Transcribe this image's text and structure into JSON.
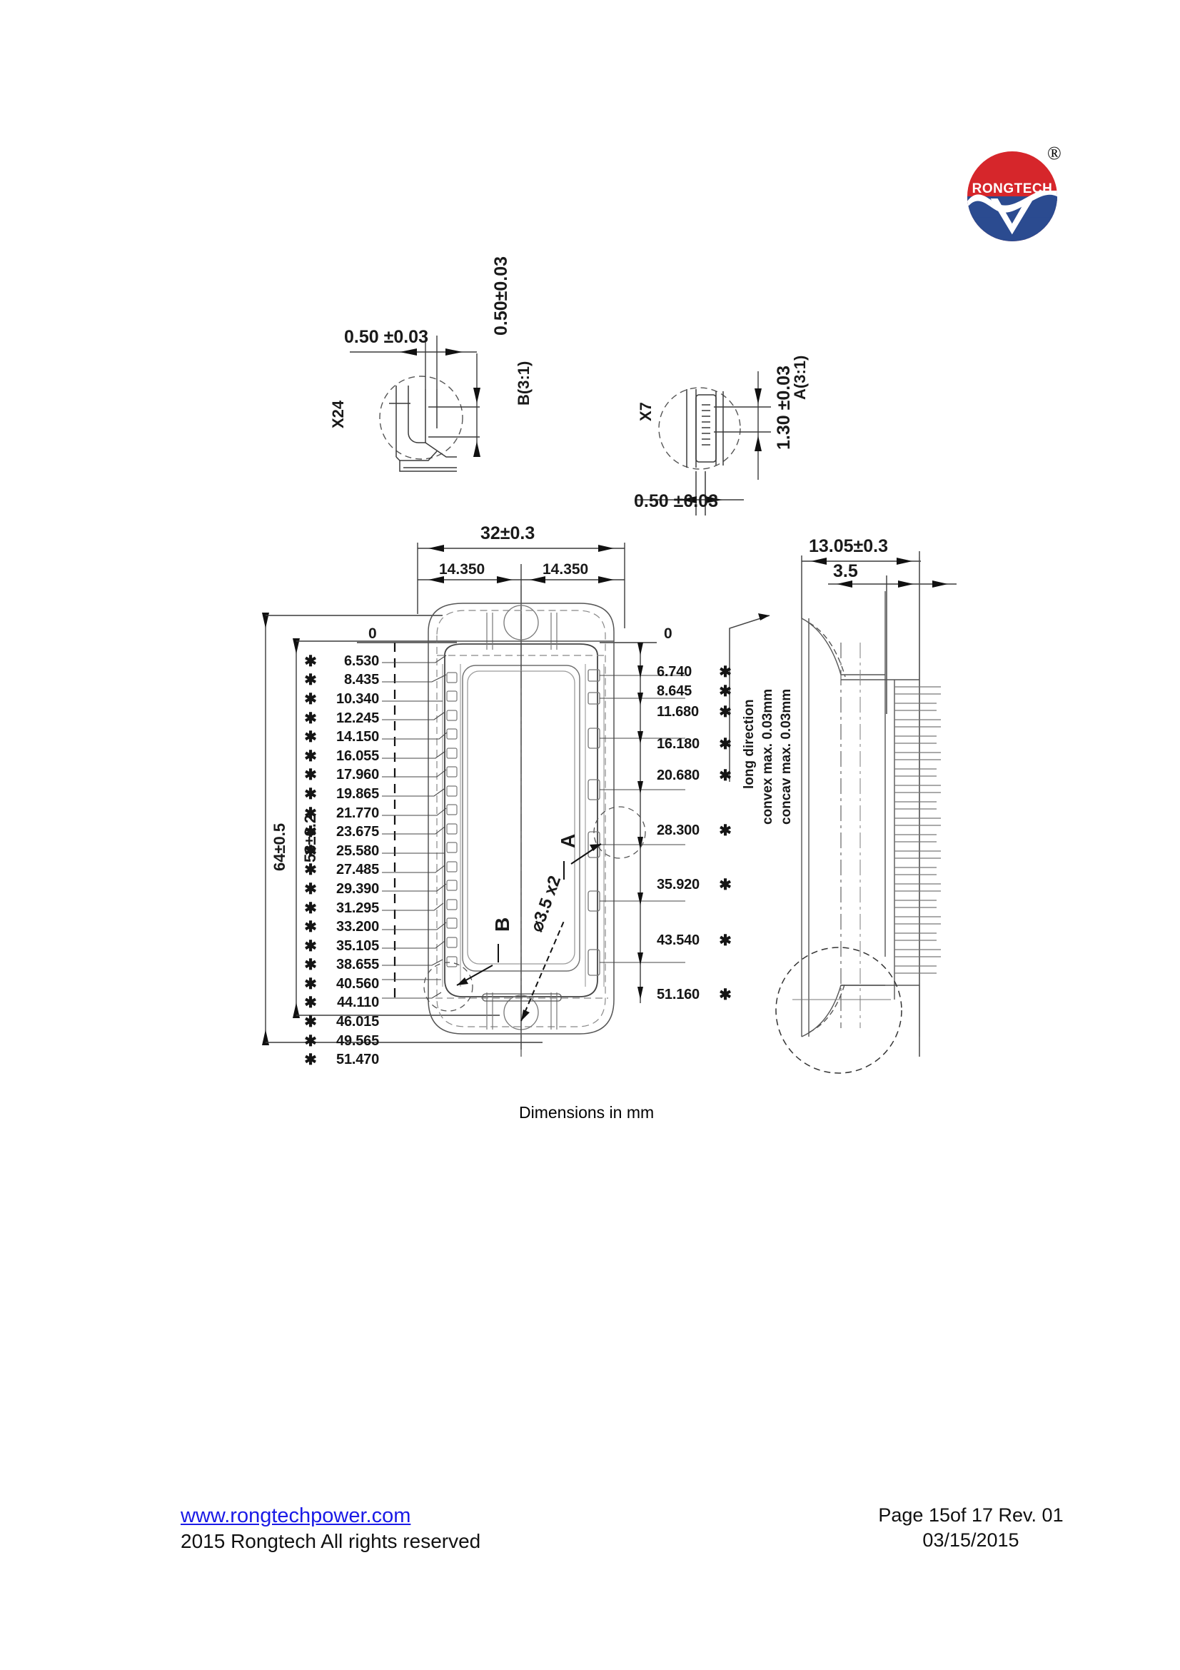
{
  "brand": {
    "logo_text": "RONGTECH",
    "registered_mark": "®"
  },
  "drawing": {
    "caption": "Dimensions in mm",
    "detail_b": {
      "horizontal_dim": "0.50 ±0.03",
      "vertical_dim": "0.50±0.03",
      "quantity_label": "X24",
      "view_label": "B(3:1)"
    },
    "detail_a": {
      "quantity_label": "X7",
      "horizontal_dim": "0.50 ±0.03",
      "vertical_dim": "1.30 ±0.03",
      "view_label": "A(3:1)"
    },
    "top_dims": {
      "overall": "32±0.3",
      "left_half": "14.350",
      "right_half": "14.350"
    },
    "side_dims": {
      "overall_width": "13.05±0.3",
      "step": "3.5"
    },
    "vertical_dims": {
      "outer": "64±0.5",
      "inner": "58±0.2"
    },
    "datum_left": "0",
    "datum_right": "0",
    "left_positions": [
      "6.530",
      "8.435",
      "10.340",
      "12.245",
      "14.150",
      "16.055",
      "17.960",
      "19.865",
      "21.770",
      "23.675",
      "25.580",
      "27.485",
      "29.390",
      "31.295",
      "33.200",
      "35.105",
      "38.655",
      "40.560",
      "44.110",
      "46.015",
      "49.565",
      "51.470"
    ],
    "right_positions": [
      "6.740",
      "8.645",
      "11.680",
      "16.180",
      "20.680",
      "28.300",
      "35.920",
      "43.540",
      "51.160"
    ],
    "notes": {
      "long_direction": "long direction",
      "convex": "convex max. 0.03mm",
      "concav": "concav max. 0.03mm"
    },
    "callout_a": "A",
    "callout_b": "B",
    "hole_note": "⌀3.5 x2",
    "asterisk": "✱"
  },
  "footer": {
    "website": "www.rongtechpower.com",
    "copyright": "2015 Rongtech All rights reserved",
    "page": "Page 15of 17  Rev. 01",
    "date": "03/15/2015"
  },
  "colors": {
    "logo_red": "#d6262b",
    "logo_blue": "#2b4b90",
    "link_blue": "#1a1ae6",
    "line": "#3a3a3a"
  }
}
